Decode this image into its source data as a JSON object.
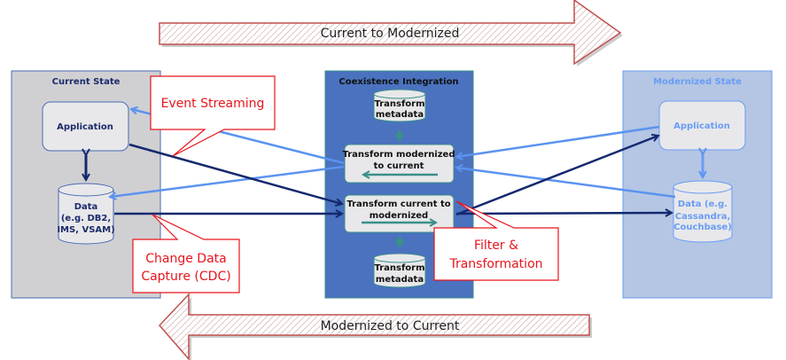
{
  "banners": {
    "top": "Current to Modernized",
    "bottom": "Modernized to Current"
  },
  "current_state": {
    "title": "Current State",
    "application": "Application",
    "data_lines": [
      "Data",
      "(e.g. DB2,",
      "IMS, VSAM)"
    ]
  },
  "coexistence": {
    "title": "Coexistence Integration",
    "metadata_top": [
      "Transform",
      "metadata"
    ],
    "modern_to_current": [
      "Transform modernized",
      "to current"
    ],
    "current_to_modern": [
      "Transform current to",
      "modernized"
    ],
    "metadata_bottom": [
      "Transform",
      "metadata"
    ]
  },
  "modernized_state": {
    "title": "Modernized State",
    "application": "Application",
    "data_lines": [
      "Data (e.g.",
      "Cassandra,",
      "Couchbase)"
    ]
  },
  "callouts": {
    "event_streaming": "Event Streaming",
    "cdc": [
      "Change Data",
      "Capture (CDC)"
    ],
    "filter": [
      "Filter &",
      "Transformation"
    ]
  },
  "colors": {
    "navy": "#14296e",
    "light_blue": "#5b93f0",
    "teal": "#3a8f8a",
    "coexistence_fill": "#4a72bf",
    "callout_red": "#e8141c"
  }
}
